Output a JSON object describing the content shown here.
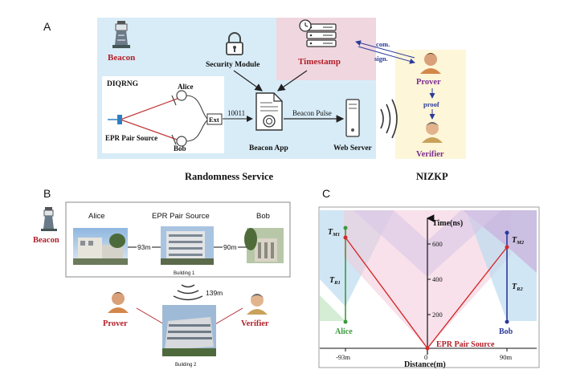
{
  "panel_a": {
    "label": "A",
    "beacon": "Beacon",
    "security_module": "Security Module",
    "timestamp": "Timestamp",
    "diqrng": "DIQRNG",
    "alice": "Alice",
    "bob": "Bob",
    "epr_pair_source": "EPR Pair Source",
    "ext": "Ext",
    "bits": "10011",
    "beacon_app": "Beacon App",
    "beacon_pulse": "Beacon Pulse",
    "web_server": "Web Server",
    "com": "com.",
    "sign": "sign.",
    "prover": "Prover",
    "proof": "proof",
    "verifier": "Verifier",
    "randomness_service": "Randomness Service",
    "nizkp": "NIZKP"
  },
  "panel_b": {
    "label": "B",
    "beacon": "Beacon",
    "alice": "Alice",
    "epr_pair_source": "EPR Pair Source",
    "bob": "Bob",
    "dist_alice": "93m",
    "dist_bob": "90m",
    "building1": "Building 1",
    "dist_building2": "139m",
    "prover": "Prover",
    "verifier": "Verifier",
    "building2": "Building 2"
  },
  "panel_c": {
    "label": "C",
    "time_label": "Time(ns)",
    "distance_label": "Distance(m)",
    "epr_pair_source": "EPR Pair Source",
    "alice": "Alice",
    "bob": "Bob",
    "tm1": "T",
    "tm1_sub": "M1",
    "tr1": "T",
    "tr1_sub": "R1",
    "tm2": "T",
    "tm2_sub": "M2",
    "tr2": "T",
    "tr2_sub": "R2",
    "y_ticks": [
      "200",
      "400",
      "600"
    ],
    "x_ticks": [
      "-93m",
      "0",
      "90m"
    ]
  },
  "colors": {
    "red_text": "#b3202a",
    "purple_text": "#7a2e8e",
    "navy": "#1f2a8a",
    "light_blue": "#d8ecf7",
    "pink": "#f2d8e2",
    "yellow": "#fdf6d8",
    "green": "#3a9a3a"
  }
}
